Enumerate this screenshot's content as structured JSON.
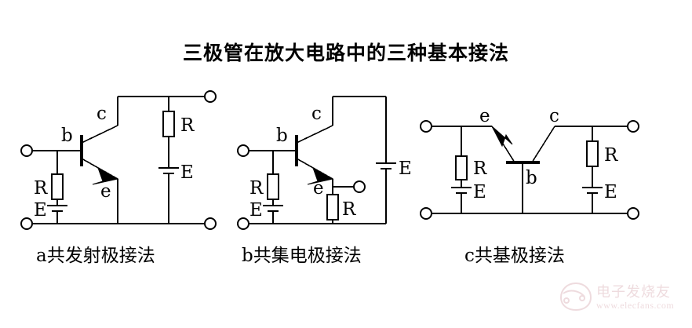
{
  "page": {
    "title": "三极管在放大电路中的三种基本接法",
    "background_color": "#ffffff",
    "line_color": "#000000"
  },
  "circuits": [
    {
      "id": "a",
      "caption": "a共发射极接法",
      "configuration": "common-emitter",
      "labels": {
        "base": "b",
        "collector": "c",
        "emitter": "e",
        "input_resistor": "R",
        "input_source": "E",
        "output_resistor": "R",
        "output_source": "E"
      }
    },
    {
      "id": "b",
      "caption": "b共集电极接法",
      "configuration": "common-collector",
      "labels": {
        "base": "b",
        "collector": "c",
        "emitter": "e",
        "input_resistor": "R",
        "input_source": "E",
        "output_resistor": "R",
        "output_source": "E"
      }
    },
    {
      "id": "c",
      "caption": "c共基极接法",
      "configuration": "common-base",
      "labels": {
        "base": "b",
        "collector": "c",
        "emitter": "e",
        "input_resistor": "R",
        "input_source": "E",
        "output_resistor": "R",
        "output_source": "E"
      }
    }
  ],
  "watermark": {
    "text_cn": "电子发烧友",
    "url": "www.elecfans.com",
    "color": "#c98a94"
  }
}
